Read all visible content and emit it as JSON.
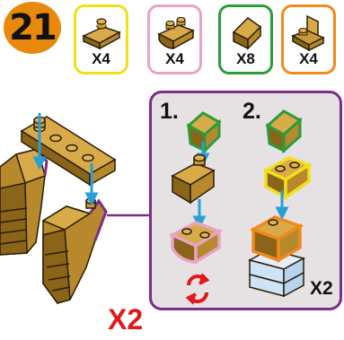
{
  "step": {
    "number": "21"
  },
  "parts": [
    {
      "qty": "X4",
      "border": "#f2df1a",
      "icon": "sloped-brick-icon"
    },
    {
      "qty": "X4",
      "border": "#e9a3c6",
      "icon": "curved-brick-icon"
    },
    {
      "qty": "X8",
      "border": "#2a9c3a",
      "icon": "roof-tile-icon"
    },
    {
      "qty": "X4",
      "border": "#f08a1c",
      "icon": "bracket-brick-icon"
    }
  ],
  "subassembly": {
    "steps": [
      {
        "label": "1."
      },
      {
        "label": "2."
      }
    ],
    "multiplier": "X2",
    "rotate_icon": "rotate-arrows-icon"
  },
  "main_multiplier": "X2",
  "colors": {
    "brick": "#b8892c",
    "brick_dark": "#8a6418",
    "arrow": "#2a9fd6",
    "panel_border": "#7a2f86",
    "panel_bg": "#e6e2e4",
    "highlight_green": "#2a9c3a",
    "highlight_yellow": "#f2df1a",
    "highlight_pink": "#e9a3c6",
    "highlight_orange": "#f08a1c",
    "light_blue_brick": "#cfe3f7",
    "multiplier_red": "#e01a1a"
  }
}
